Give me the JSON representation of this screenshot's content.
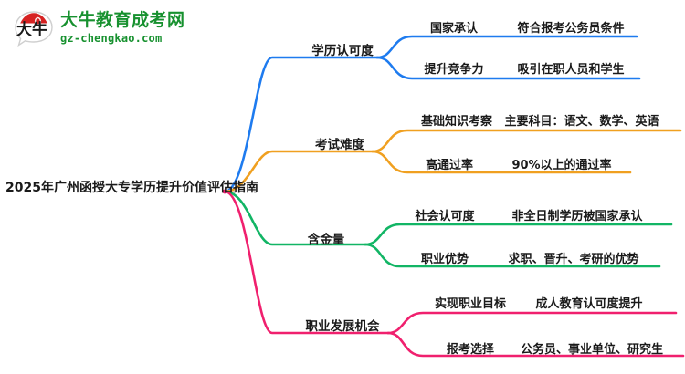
{
  "logo": {
    "mark_text": "大牛",
    "cn_name": "大牛教育成考网",
    "domain": "gz-chengkao.com",
    "mark_accent": "#d62222",
    "text_color": "#17912f"
  },
  "mindmap": {
    "root": {
      "label": "2025年广州函授大专学历提升价值评估指南"
    },
    "branches": [
      {
        "label": "学历认可度",
        "color": "#1E7BEF",
        "children": [
          {
            "label": "国家承认",
            "detail": "符合报考公务员条件"
          },
          {
            "label": "提升竞争力",
            "detail": "吸引在职人员和学生"
          }
        ]
      },
      {
        "label": "考试难度",
        "color": "#F0A020",
        "children": [
          {
            "label": "基础知识考察",
            "detail": "主要科目：语文、数学、英语"
          },
          {
            "label": "高通过率",
            "detail": "90%以上的通过率"
          }
        ]
      },
      {
        "label": "含金量",
        "color": "#12B565",
        "children": [
          {
            "label": "社会认可度",
            "detail": "非全日制学历被国家承认"
          },
          {
            "label": "职业优势",
            "detail": "求职、晋升、考研的优势"
          }
        ]
      },
      {
        "label": "职业发展机会",
        "color": "#F0206E",
        "children": [
          {
            "label": "实现职业目标",
            "detail": "成人教育认可度提升"
          },
          {
            "label": "报考选择",
            "detail": "公务员、事业单位、研究生"
          }
        ]
      }
    ]
  }
}
